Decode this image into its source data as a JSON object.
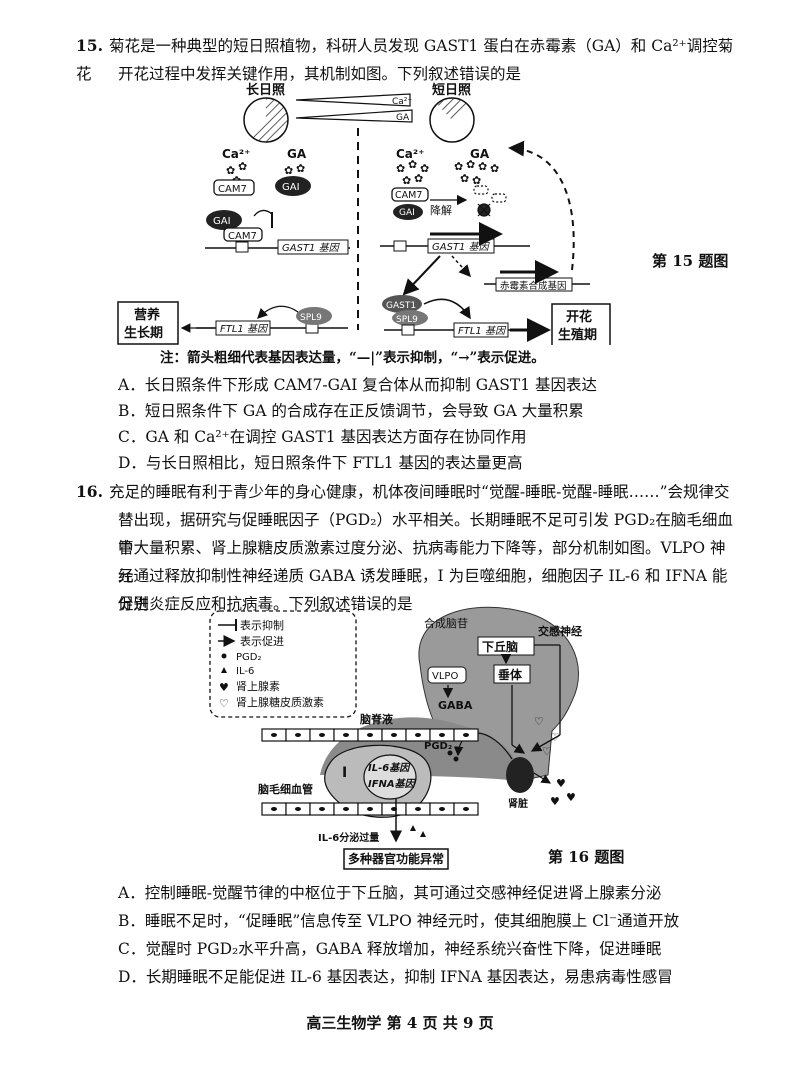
{
  "q15": {
    "number": "15.",
    "stem_line1": "菊花是一种典型的短日照植物，科研人员发现 GAST1 蛋白在赤霉素（GA）和 Ca²⁺调控菊花",
    "stem_line2": "开花过程中发挥关键作用，其机制如图。下列叙述错误的是",
    "figure": {
      "long_day": "长日照",
      "short_day": "短日照",
      "ca_arrow": "Ca²⁺",
      "ga_arrow": "GA",
      "ca_left": "Ca²⁺",
      "ga_left": "GA",
      "cam7": "CAM7",
      "gai": "GAI",
      "ca_right": "Ca²⁺",
      "ga_right": "GA",
      "degrade": "降解",
      "gast1_gene": "GAST1 基因",
      "ga_synthesis_gene": "赤霉素合成基因",
      "gast1": "GAST1",
      "spl9": "SPL9",
      "ftl1_gene": "FTL1 基因",
      "vegetative": [
        "营养",
        "生长期"
      ],
      "flowering": [
        "开花",
        "生殖期"
      ]
    },
    "caption": "第 15 题图",
    "note": "注：箭头粗细代表基因表达量，“—|”表示抑制，“→”表示促进。",
    "options": [
      "A．长日照条件下形成 CAM7-GAI 复合体从而抑制 GAST1 基因表达",
      "B．短日照条件下 GA 的合成存在正反馈调节，会导致 GA 大量积累",
      "C．GA 和 Ca²⁺在调控 GAST1 基因表达方面存在协同作用",
      "D．与长日照相比，短日照条件下 FTL1 基因的表达量更高"
    ]
  },
  "q16": {
    "number": "16.",
    "stem_lines": [
      "充足的睡眠有利于青少年的身心健康，机体夜间睡眠时“觉醒-睡眠-觉醒-睡眠……”会规律交",
      "替出现，据研究与促睡眠因子（PGD₂）水平相关。长期睡眠不足可引发 PGD₂在脑毛细血管",
      "中大量积累、肾上腺糖皮质激素过度分泌、抗病毒能力下降等，部分机制如图。VLPO 神经",
      "元通过释放抑制性神经递质 GABA 诱发睡眠，I 为巨噬细胞，细胞因子 IL-6 和 IFNA 能分别",
      "促进炎症反应和抗病毒。下列叙述错误的是"
    ],
    "legend": {
      "inhibit": "表示抑制",
      "promote": "表示促进",
      "pgd2": "PGD₂",
      "il6": "IL-6",
      "adrenaline": "肾上腺素",
      "cortisol": "肾上腺糖皮质激素"
    },
    "figure": {
      "stimulus": "合成脑苷",
      "hypothalamus": "下丘脑",
      "sympathetic": "交感神经",
      "vlpo": "VLPO",
      "pituitary": "垂体",
      "gaba": "GABA",
      "csf": "脑脊液",
      "macrophage": "I",
      "il6_gene": "IL-6基因",
      "ifna_gene": "IFNA基因",
      "pgd2_label": "PGD₂",
      "capillary": "脑毛细血管",
      "il6_excess": "IL-6分泌过量",
      "organ_failure": "多种器官功能异常",
      "kidney": "肾脏"
    },
    "caption": "第 16 题图",
    "options": [
      "A．控制睡眠-觉醒节律的中枢位于下丘脑，其可通过交感神经促进肾上腺素分泌",
      "B．睡眠不足时，“促睡眠”信息传至 VLPO 神经元时，使其细胞膜上 Cl⁻通道开放",
      "C．觉醒时 PGD₂水平升高，GABA 释放增加，神经系统兴奋性下降，促进睡眠",
      "D．长期睡眠不足能促进 IL-6 基因表达，抑制 IFNA 基因表达，易患病毒性感冒"
    ]
  },
  "footer": "高三生物学 第 4 页 共 9 页"
}
